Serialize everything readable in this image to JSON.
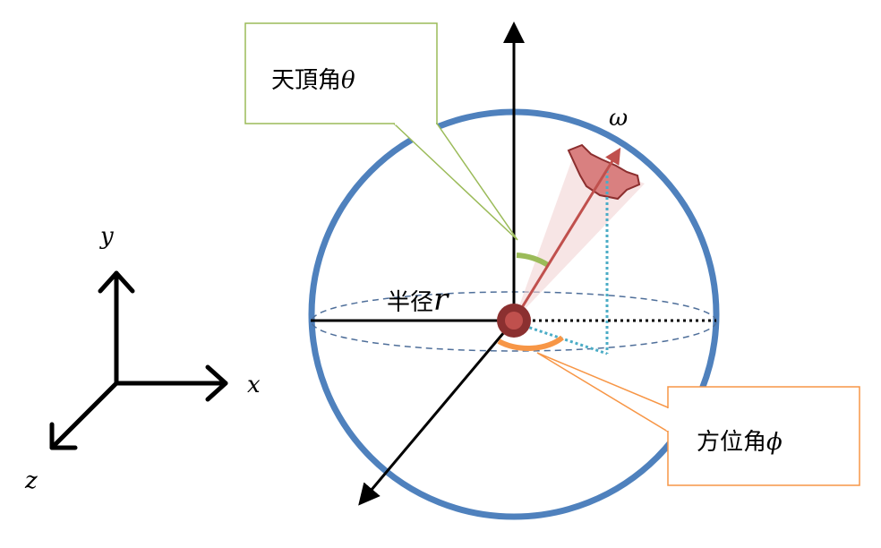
{
  "labels": {
    "zenith": "天頂角",
    "zenith_symbol": "θ",
    "azimuth": "方位角",
    "azimuth_symbol": "ϕ",
    "radius": "半径",
    "radius_symbol": "r",
    "solid_angle_symbol": "ω",
    "axis_x": "x",
    "axis_y": "y",
    "axis_z": "z"
  },
  "colors": {
    "sphere": "#4f81bd",
    "zenith_callout": "#9bbb59",
    "azimuth_callout": "#f79646",
    "vector": "#c0504d",
    "projection": "#4bacc6"
  }
}
